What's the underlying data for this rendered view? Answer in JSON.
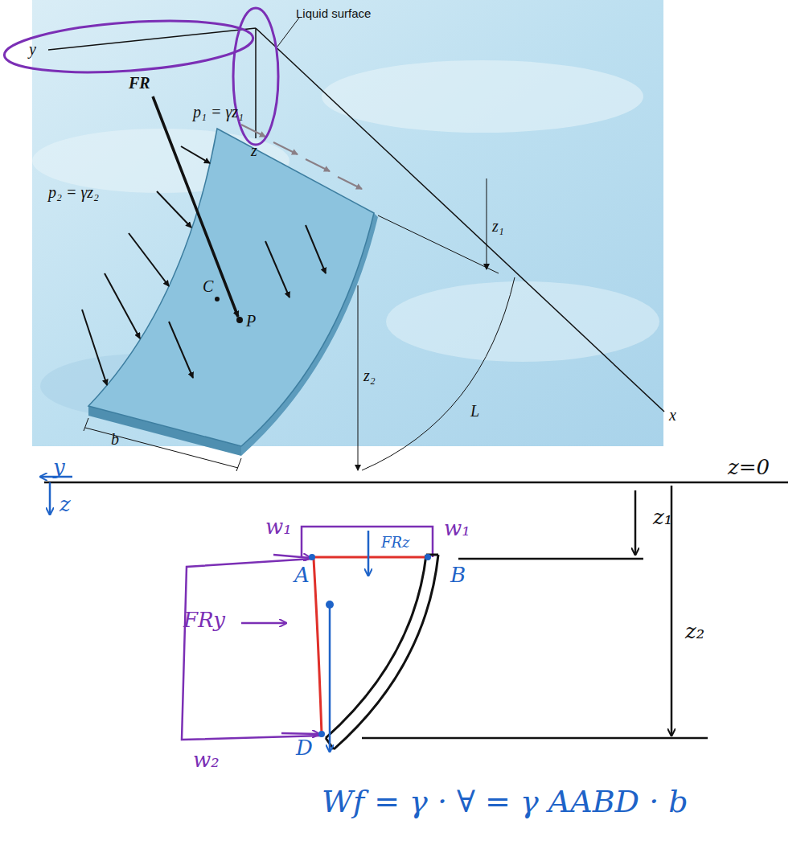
{
  "diagram": {
    "labels": [
      "Liquid surface",
      "y",
      "z",
      "x",
      "p₁ = γz₁",
      "FR",
      "C",
      "P",
      "p₂ = γz₂",
      "z₁",
      "z₂",
      "L",
      "b",
      "y",
      "z",
      "z=0",
      "z₁",
      "w₁",
      "w₁",
      "FRz",
      "A",
      "B",
      "FRy",
      "z₂",
      "w₂",
      "D",
      "Wf = γ · ∀ = γ AABD · b"
    ]
  }
}
